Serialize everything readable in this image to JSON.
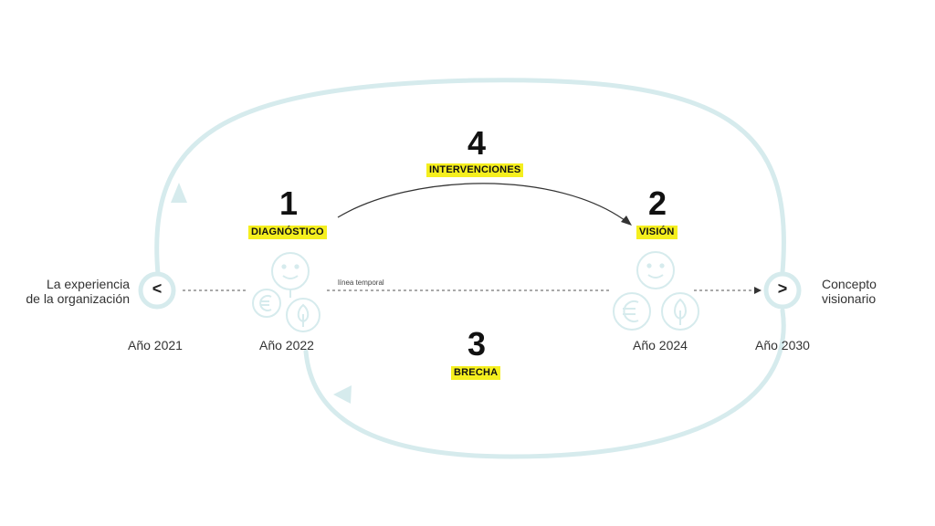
{
  "steps": {
    "diagnostico": {
      "number": "1",
      "label": "DIAGNÓSTICO"
    },
    "vision": {
      "number": "2",
      "label": "VISIÓN"
    },
    "brecha": {
      "number": "3",
      "label": "BRECHA"
    },
    "intervenciones": {
      "number": "4",
      "label": "INTERVENCIONES"
    }
  },
  "left_node": {
    "symbol": "<",
    "caption_line1": "La experiencia",
    "caption_line2": "de la organización"
  },
  "right_node": {
    "symbol": ">",
    "caption_line1": "Concepto",
    "caption_line2": "visionario"
  },
  "timeline_label": "línea temporal",
  "years": {
    "y2021": "Año 2021",
    "y2022": "Año 2022",
    "y2024": "Año 2024",
    "y2030": "Año 2030"
  },
  "icons": {
    "smiley": "smiley-face-icon",
    "euro": "euro-icon",
    "tree": "tree-icon"
  },
  "colors": {
    "loop": "#d6ebed",
    "icon": "#d6ebed",
    "highlight": "#f5ef1e",
    "arrow": "#333333"
  }
}
